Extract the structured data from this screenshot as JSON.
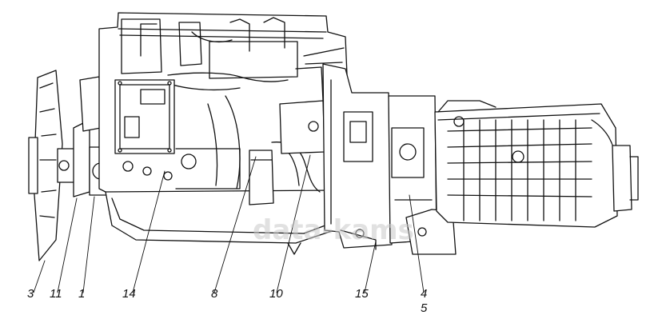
{
  "diagram": {
    "callouts": [
      {
        "id": "3",
        "label": "3"
      },
      {
        "id": "11",
        "label": "11"
      },
      {
        "id": "1",
        "label": "1"
      },
      {
        "id": "14",
        "label": "14"
      },
      {
        "id": "8",
        "label": "8"
      },
      {
        "id": "10",
        "label": "10"
      },
      {
        "id": "15",
        "label": "15"
      },
      {
        "id": "4",
        "label": "4"
      },
      {
        "id": "5",
        "label": "5"
      }
    ],
    "watermark": "data-kams"
  },
  "colors": {
    "ink": "#111111",
    "paper": "#ffffff",
    "watermark": "#c9c9c9"
  }
}
